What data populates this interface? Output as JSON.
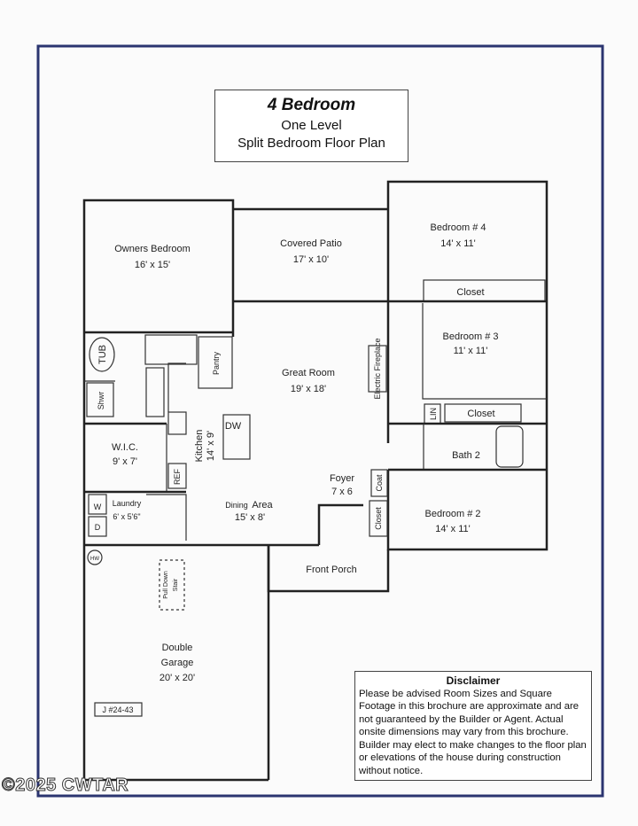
{
  "title": {
    "heading": "4 Bedroom",
    "line1": "One Level",
    "line2": "Split Bedroom Floor Plan"
  },
  "rooms": {
    "owners_bedroom": {
      "name": "Owners Bedroom",
      "size": "16' x 15'"
    },
    "covered_patio": {
      "name": "Covered Patio",
      "size": "17' x 10'"
    },
    "bedroom4": {
      "name": "Bedroom # 4",
      "size": "14' x 11'"
    },
    "closet4": "Closet",
    "bedroom3": {
      "name": "Bedroom # 3",
      "size": "11' x 11'"
    },
    "closet3": "Closet",
    "lin": "LIN",
    "bath2": "Bath 2",
    "bedroom2": {
      "name": "Bedroom # 2",
      "size": "14' x 11'"
    },
    "great_room": {
      "name": "Great Room",
      "size": "19' x 18'"
    },
    "fireplace": "Electric Fireplace",
    "pantry": "Pantry",
    "tub": "TUB",
    "shwr": "Shwr",
    "wic": {
      "name": "W.I.C.",
      "size": "9' x 7'"
    },
    "kitchen": {
      "name": "Kitchen",
      "size": "14' x 9'"
    },
    "dw": "DW",
    "ref": "REF",
    "laundry": {
      "name": "Laundry",
      "size": "6' x 5'6\""
    },
    "washer": "W",
    "dryer": "D",
    "hw": "HW",
    "dining": {
      "name": "Dining",
      "name2": "Area",
      "size": "15' x 8'"
    },
    "foyer": {
      "name": "Foyer",
      "size": "7 x 6"
    },
    "coat": "Coat",
    "closet2": "Closet",
    "front_porch": "Front Porch",
    "pull_down": {
      "line1": "Pull Down",
      "line2": "Stair"
    },
    "garage": {
      "name1": "Double",
      "name2": "Garage",
      "size": "20' x 20'"
    }
  },
  "job_number": "J #24-43",
  "disclaimer": {
    "heading": "Disclaimer",
    "body": "Please be advised Room Sizes and Square Footage in this brochure are approximate and are not guaranteed by the Builder or Agent. Actual onsite dimensions may vary from this brochure. Builder may elect to make changes to the floor plan or elevations of the house during construction without notice."
  },
  "watermark": "©2025 CWTAR",
  "colors": {
    "border": "#2b3570"
  }
}
